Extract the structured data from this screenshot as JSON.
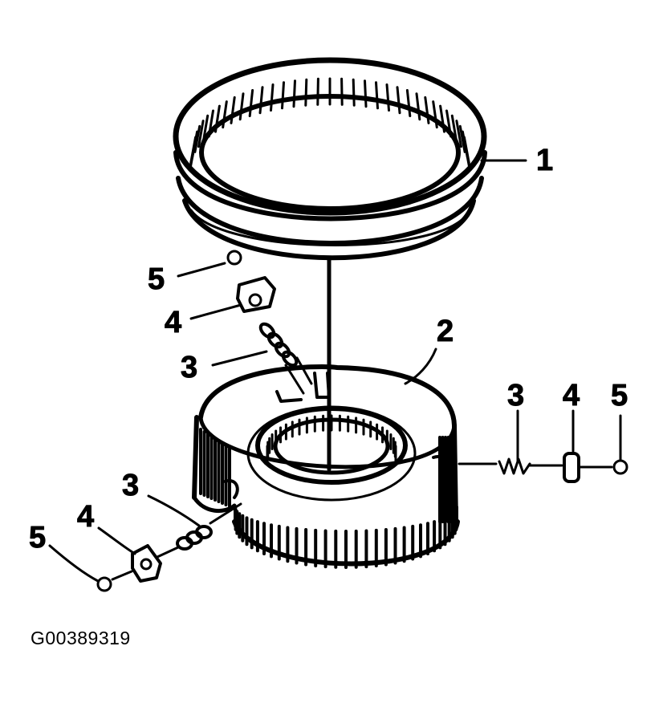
{
  "diagram": {
    "figure_id": "G00389319",
    "callouts": {
      "c1": "1",
      "c2": "2",
      "c3_top": "3",
      "c4_top": "4",
      "c5_top": "5",
      "c3_right": "3",
      "c4_right": "4",
      "c5_right": "5",
      "c3_left": "3",
      "c4_left": "4",
      "c5_left": "5"
    },
    "colors": {
      "ink": "#000000",
      "paper": "#ffffff"
    }
  }
}
